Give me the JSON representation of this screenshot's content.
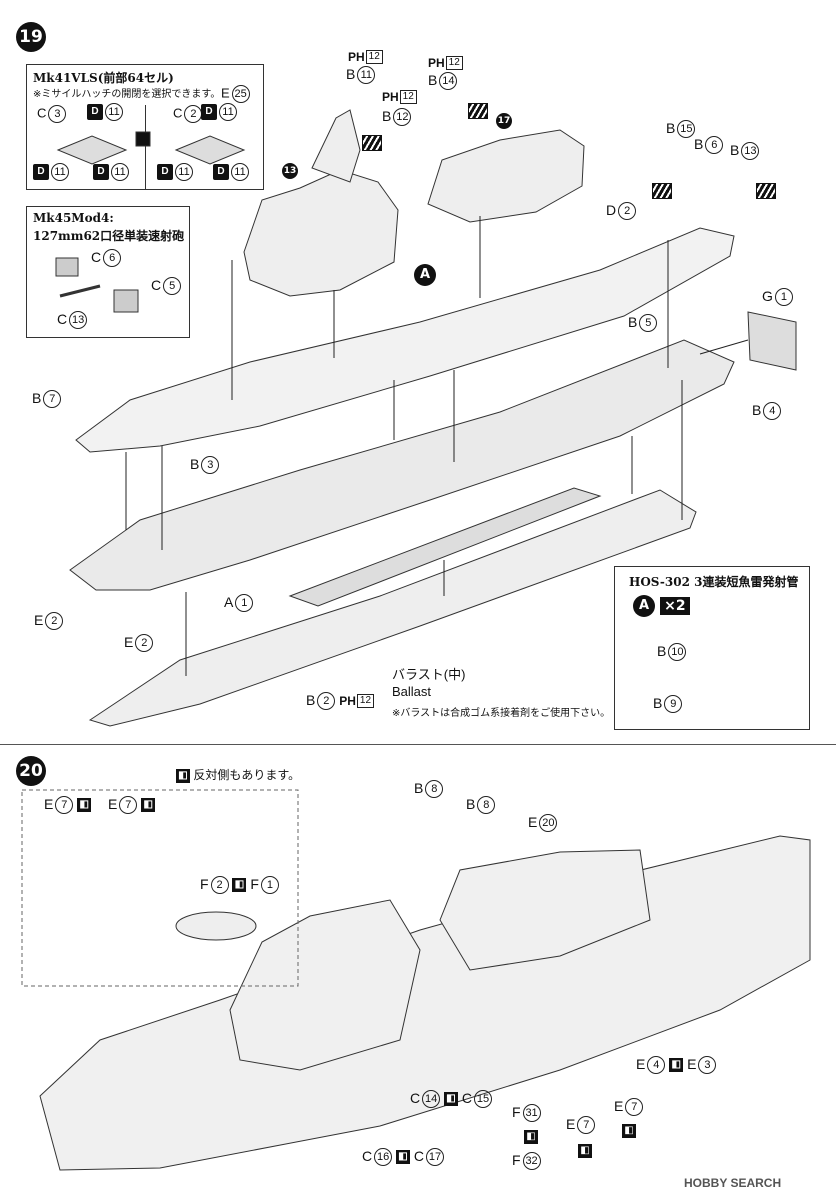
{
  "step19": {
    "number": "19",
    "vls_box": {
      "title": "Mk41VLS(前部64セル)",
      "note": "※ミサイルハッチの開閉を選択できます。",
      "left_part": "C",
      "left_num": "3",
      "right_part": "C",
      "right_num": "2",
      "extra_part": "E",
      "extra_num": "25",
      "d_code": "D",
      "d_num": "11"
    },
    "gun_box": {
      "title_line1": "Mk45Mod4:",
      "title_line2": "127mm62口径単装速射砲",
      "parts": [
        {
          "part": "C",
          "num": "6"
        },
        {
          "part": "C",
          "num": "5"
        },
        {
          "part": "C",
          "num": "13"
        }
      ]
    },
    "labels": {
      "ph_code": "PH",
      "ph_num": "12",
      "b11": {
        "part": "B",
        "num": "11"
      },
      "b12": {
        "part": "B",
        "num": "12"
      },
      "b14": {
        "part": "B",
        "num": "14"
      },
      "b15": {
        "part": "B",
        "num": "15"
      },
      "b6": {
        "part": "B",
        "num": "6"
      },
      "b13": {
        "part": "B",
        "num": "13"
      },
      "d2": {
        "part": "D",
        "num": "2"
      },
      "g1": {
        "part": "G",
        "num": "1"
      },
      "b5": {
        "part": "B",
        "num": "5"
      },
      "b4": {
        "part": "B",
        "num": "4"
      },
      "b7": {
        "part": "B",
        "num": "7"
      },
      "b3": {
        "part": "B",
        "num": "3"
      },
      "a1": {
        "part": "A",
        "num": "1"
      },
      "e2a": {
        "part": "E",
        "num": "2"
      },
      "e2b": {
        "part": "E",
        "num": "2"
      },
      "b2": {
        "part": "B",
        "num": "2"
      },
      "sub13": "13",
      "sub17": "17",
      "marker_a": "A"
    },
    "ballast": {
      "jp": "バラスト(中)",
      "en": "Ballast",
      "note": "※バラストは合成ゴム系接着剤をご使用下さい。"
    },
    "torpedo_box": {
      "title": "HOS-302 3連装短魚雷発射管",
      "marker": "A",
      "multiplier": "×2",
      "parts": [
        {
          "part": "B",
          "num": "10"
        },
        {
          "part": "B",
          "num": "9"
        }
      ]
    }
  },
  "step20": {
    "number": "20",
    "mirror_note": "反対側もあります。",
    "mirror_glyph": "◧",
    "inset_labels": {
      "e7a": {
        "part": "E",
        "num": "7"
      },
      "e7b": {
        "part": "E",
        "num": "7"
      },
      "f2": {
        "part": "F",
        "num": "2"
      },
      "f1": {
        "part": "F",
        "num": "1"
      }
    },
    "labels": {
      "b8a": {
        "part": "B",
        "num": "8"
      },
      "b8b": {
        "part": "B",
        "num": "8"
      },
      "e20": {
        "part": "E",
        "num": "20"
      },
      "e4": {
        "part": "E",
        "num": "4"
      },
      "e3": {
        "part": "E",
        "num": "3"
      },
      "c14": {
        "part": "C",
        "num": "14"
      },
      "c15": {
        "part": "C",
        "num": "15"
      },
      "f31": {
        "part": "F",
        "num": "31"
      },
      "e7c": {
        "part": "E",
        "num": "7"
      },
      "e7d": {
        "part": "E",
        "num": "7"
      },
      "c16": {
        "part": "C",
        "num": "16"
      },
      "c17": {
        "part": "C",
        "num": "17"
      },
      "f32": {
        "part": "F",
        "num": "32"
      }
    }
  },
  "watermark": "HOBBY SEARCH",
  "colors": {
    "ink": "#111111",
    "hull": "#e6e6e6",
    "line": "#333333"
  }
}
